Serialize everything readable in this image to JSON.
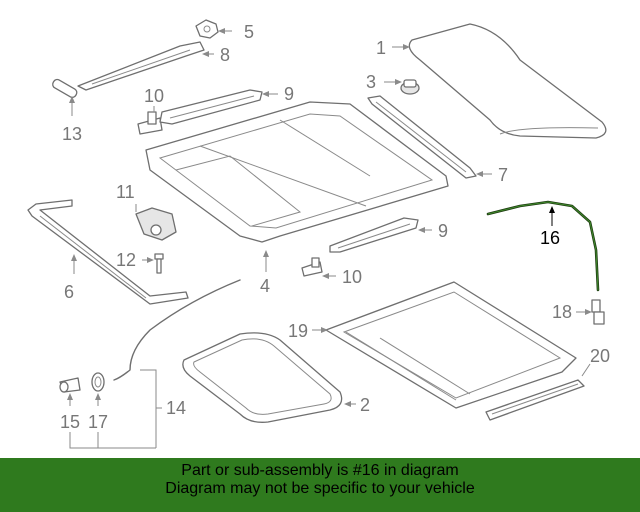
{
  "diagram": {
    "callouts": {
      "c1": "1",
      "c2": "2",
      "c3": "3",
      "c4": "4",
      "c5": "5",
      "c6": "6",
      "c7": "7",
      "c8": "8",
      "c9a": "9",
      "c9b": "9",
      "c10a": "10",
      "c10b": "10",
      "c11": "11",
      "c12": "12",
      "c13": "13",
      "c14": "14",
      "c15": "15",
      "c16": "16",
      "c17": "17",
      "c18": "18",
      "c19": "19",
      "c20": "20"
    },
    "highlighted_part": "16",
    "highlight_color": "#2f7a1e"
  },
  "banner": {
    "line1": "Part or sub-assembly is #16 in diagram",
    "line2": "Diagram may not be specific to your vehicle",
    "background": "#2f7a1e"
  }
}
